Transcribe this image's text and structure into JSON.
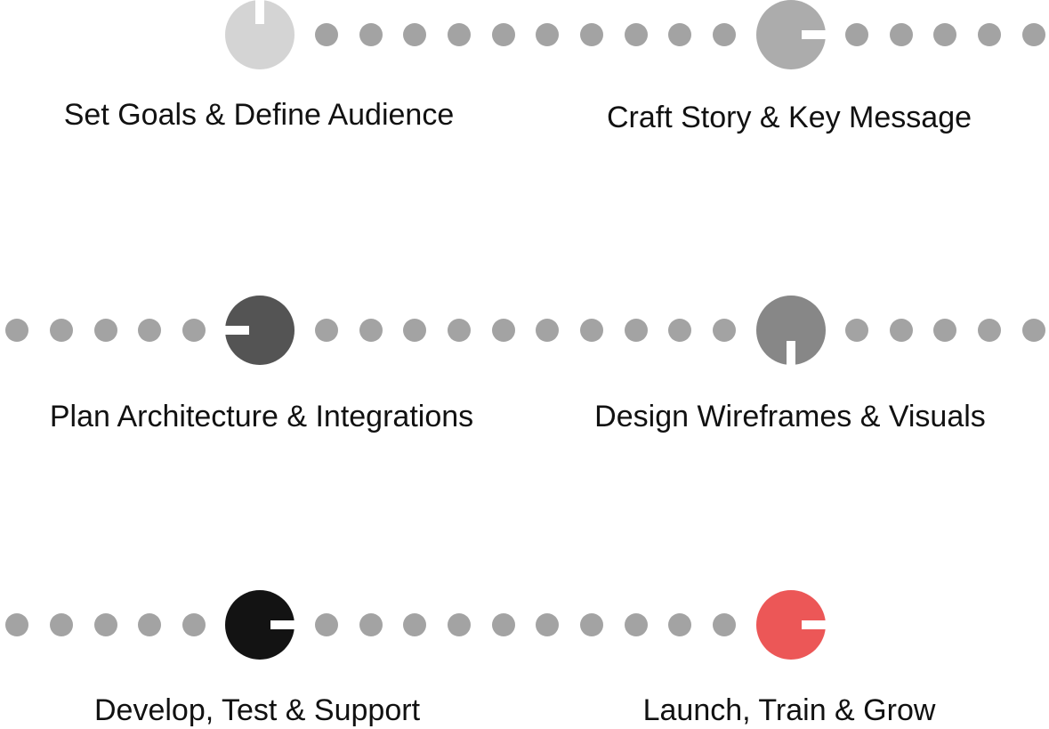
{
  "steps": [
    {
      "label": "Set Goals & Define Audience",
      "color": "#d4d4d4",
      "notch_direction": "up"
    },
    {
      "label": "Craft Story & Key Message",
      "color": "#acacac",
      "notch_direction": "right"
    },
    {
      "label": "Plan Architecture & Integrations",
      "color": "#545454",
      "notch_direction": "left"
    },
    {
      "label": "Design Wireframes & Visuals",
      "color": "#878787",
      "notch_direction": "down"
    },
    {
      "label": "Develop, Test & Support",
      "color": "#131313",
      "notch_direction": "right"
    },
    {
      "label": "Launch, Train & Grow",
      "color": "#ec5757",
      "notch_direction": "right"
    }
  ],
  "colors": {
    "dot": "#a3a3a3",
    "background": "#ffffff",
    "text": "#111111"
  }
}
